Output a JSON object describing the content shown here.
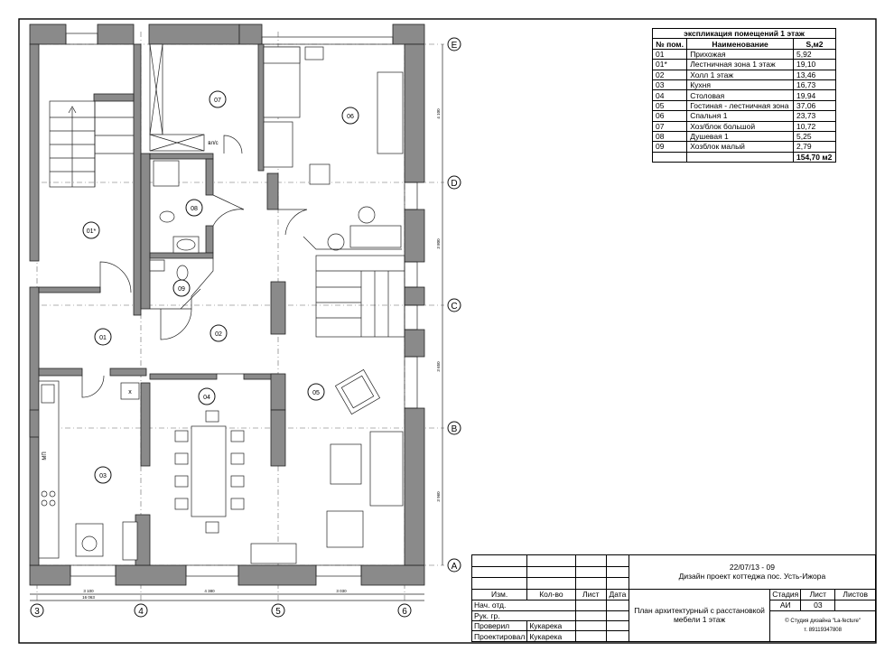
{
  "rooms": [
    {
      "id": "01",
      "label": "01"
    },
    {
      "id": "01s",
      "label": "01*"
    },
    {
      "id": "02",
      "label": "02"
    },
    {
      "id": "03",
      "label": "03"
    },
    {
      "id": "04",
      "label": "04"
    },
    {
      "id": "05",
      "label": "05"
    },
    {
      "id": "06",
      "label": "06"
    },
    {
      "id": "07",
      "label": "07"
    },
    {
      "id": "08",
      "label": "08"
    },
    {
      "id": "09",
      "label": "09"
    }
  ],
  "fixtures": {
    "wc_label": "вл/с",
    "mt_label": "МП",
    "x_label": "x"
  },
  "axes": {
    "letters": [
      "E",
      "D",
      "C",
      "B",
      "A"
    ],
    "numbers": [
      "3",
      "4",
      "5",
      "6"
    ]
  },
  "dimensions": {
    "bottom": [
      "3 100",
      "4 380",
      "3 030"
    ],
    "bottom_total": "16 063",
    "right": [
      "4 100",
      "3 800",
      "3 650",
      "3 960"
    ]
  },
  "explication": {
    "title": "экспликация помещений 1 этаж",
    "headers": [
      "№ пом.",
      "Наименование",
      "S,м2"
    ],
    "rows": [
      [
        "01",
        "Прихожая",
        "5,92"
      ],
      [
        "01*",
        "Лестничная зона 1 этаж",
        "19,10"
      ],
      [
        "02",
        "Холл 1 этаж",
        "13,46"
      ],
      [
        "03",
        "Кухня",
        "16,73"
      ],
      [
        "04",
        "Столовая",
        "19,94"
      ],
      [
        "05",
        "Гостиная - лестничная зона",
        "37,06"
      ],
      [
        "06",
        "Спальня 1",
        "23,73"
      ],
      [
        "07",
        "Хоз/блок большой",
        "10,72"
      ],
      [
        "08",
        "Душевая 1",
        "5,25"
      ],
      [
        "09",
        "Хозблок малый",
        "2,79"
      ]
    ],
    "total": "154,70 м2"
  },
  "stamp": {
    "code": "22/07/13 - 09",
    "project": "Дизайн проект коттеджа пос. Усть-Ижора",
    "col_izm": "Изм.",
    "col_kol": "Кол-во",
    "col_list": "Лист",
    "col_data": "Дата",
    "nach_otd": "Нач. отд.",
    "ruk_gr": "Рук. гр.",
    "proveril": "Проверил",
    "proveril_name": "Кукарека",
    "proektiroval": "Проектировал",
    "proektiroval_name": "Кукарека",
    "sheet_title": "План архитектурный с расстановкой мебели 1 этаж",
    "stadia_label": "Стадия",
    "list_label": "Лист",
    "listov_label": "Листов",
    "stadia_value": "АИ",
    "list_value": "03",
    "studio": "© Студия дизайна \"La-fecture\"",
    "phone": "т. 89119347808"
  }
}
